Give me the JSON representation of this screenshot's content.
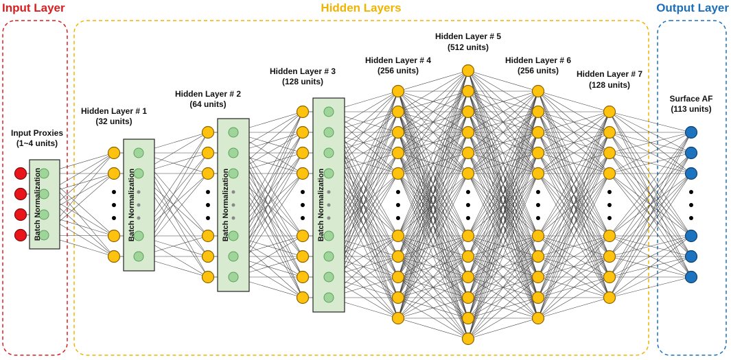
{
  "sections": {
    "input": {
      "title": "Input Layer",
      "color": "#d81e1e"
    },
    "hidden": {
      "title": "Hidden Layers",
      "color": "#f0b400"
    },
    "output": {
      "title": "Output Layer",
      "color": "#1c6fb8"
    }
  },
  "layers": [
    {
      "key": "input",
      "name": "Input Proxies",
      "units": "(1~4 units)",
      "node_color": "#e8151b",
      "has_ellipsis": false
    },
    {
      "key": "h1",
      "name": "Hidden Layer # 1",
      "units": "(32 units)",
      "node_color": "#ffc20e",
      "has_ellipsis": true
    },
    {
      "key": "h2",
      "name": "Hidden Layer # 2",
      "units": "(64 units)",
      "node_color": "#ffc20e",
      "has_ellipsis": true
    },
    {
      "key": "h3",
      "name": "Hidden Layer # 3",
      "units": "(128 units)",
      "node_color": "#ffc20e",
      "has_ellipsis": true
    },
    {
      "key": "h4",
      "name": "Hidden Layer # 4",
      "units": "(256 units)",
      "node_color": "#ffc20e",
      "has_ellipsis": true
    },
    {
      "key": "h5",
      "name": "Hidden Layer # 5",
      "units": "(512 units)",
      "node_color": "#ffc20e",
      "has_ellipsis": true
    },
    {
      "key": "h6",
      "name": "Hidden Layer # 6",
      "units": "(256 units)",
      "node_color": "#ffc20e",
      "has_ellipsis": true
    },
    {
      "key": "h7",
      "name": "Hidden Layer # 7",
      "units": "(128 units)",
      "node_color": "#ffc20e",
      "has_ellipsis": true
    },
    {
      "key": "output",
      "name": "Surface AF",
      "units": "(113 units)",
      "node_color": "#1e73be",
      "has_ellipsis": true
    }
  ],
  "batch_norm": {
    "label": "Batch Normalization",
    "box_fill": "#d8ead0",
    "node_fill": "#9fd59a"
  }
}
